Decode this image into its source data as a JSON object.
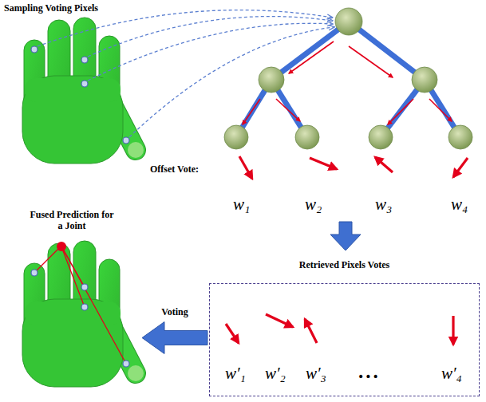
{
  "diagram": {
    "nodes": [
      {
        "text": [
          "Fused Prediction for a Joint"
        ]
      },
      {
        "text": [
          "Retrieved Pixels Votes",
          "w′₁",
          "w′₂",
          "w′₃",
          "•••",
          "w′₄"
        ]
      }
    ],
    "edges": [
      {
        "from": 1,
        "to": 0,
        "arrow": "to",
        "label": "Voting"
      }
    ],
    "labels": [
      "Sampling Voting Pixels",
      "Offset Vote:",
      "w₁",
      "w₂",
      "w₃",
      "w₄"
    ]
  }
}
